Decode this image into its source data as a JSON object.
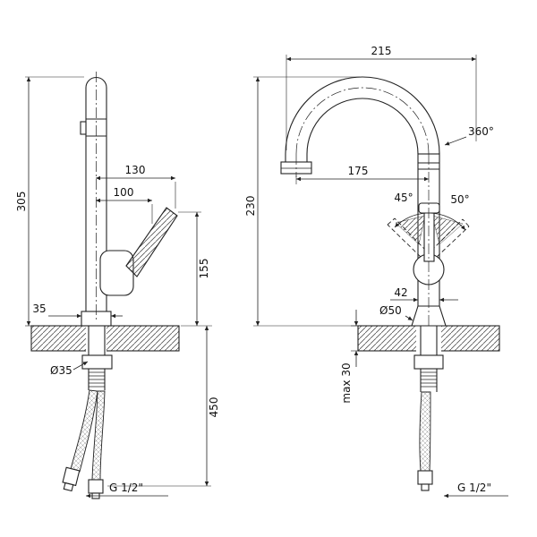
{
  "page": {
    "background": "#ffffff",
    "line_color": "#222222",
    "kind": "faucet-technical-drawing"
  },
  "left_view": {
    "dim_height_total": "305",
    "dim_handle_reach": "130",
    "dim_handle_reach_inner": "100",
    "dim_handle_height": "155",
    "dim_base_width": "35",
    "dim_hose_length": "450",
    "label_mount_diameter": "Ø35",
    "label_thread": "G 1/2\""
  },
  "right_view": {
    "dim_spout_reach": "215",
    "dim_spout_inner_reach": "175",
    "label_swivel": "360°",
    "label_handle_angle_left": "45°",
    "label_handle_angle_right": "50°",
    "dim_spout_height": "230",
    "dim_body_width": "42",
    "label_base_diameter": "Ø50",
    "label_max_counter_thickness": "max 30",
    "label_thread": "G 1/2\""
  }
}
